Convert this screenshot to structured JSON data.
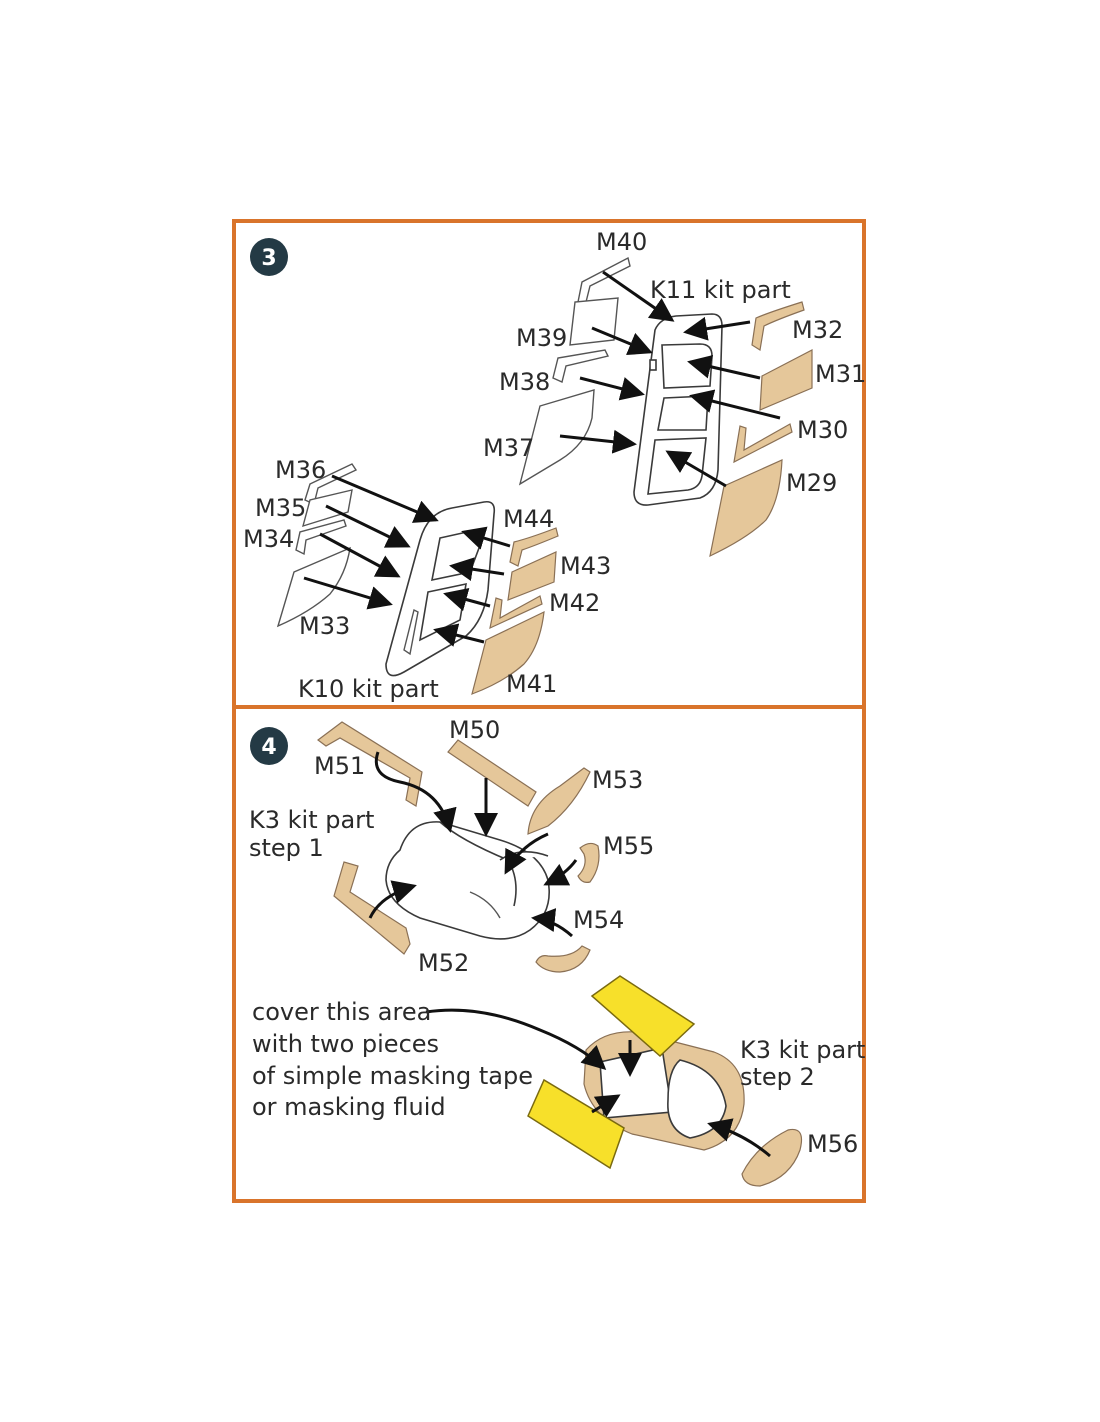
{
  "colors": {
    "frame": "#d9742b",
    "badge": "#243a45",
    "mask": "#e5c79a",
    "tape": "#f7e02a"
  },
  "step3": {
    "badge": "3",
    "labels": {
      "m40": "M40",
      "k11": "K11 kit part",
      "m32": "M32",
      "m39": "M39",
      "m31": "M31",
      "m38": "M38",
      "m30": "M30",
      "m37": "M37",
      "m29": "M29",
      "m36": "M36",
      "m35": "M35",
      "m44": "M44",
      "m34": "M34",
      "m43": "M43",
      "m42": "M42",
      "m33": "M33",
      "m41": "M41",
      "k10": "K10 kit part"
    }
  },
  "step4": {
    "badge": "4",
    "labels": {
      "m50": "M50",
      "m51": "M51",
      "m53": "M53",
      "k3_step1_a": "K3 kit part",
      "k3_step1_b": "step 1",
      "m55": "M55",
      "m54": "M54",
      "m52": "M52",
      "k3_step2_a": "K3 kit part",
      "k3_step2_b": "step 2",
      "m56": "M56"
    },
    "note": [
      "cover this area",
      "with two pieces",
      "of simple masking tape",
      "or masking fluid"
    ]
  }
}
